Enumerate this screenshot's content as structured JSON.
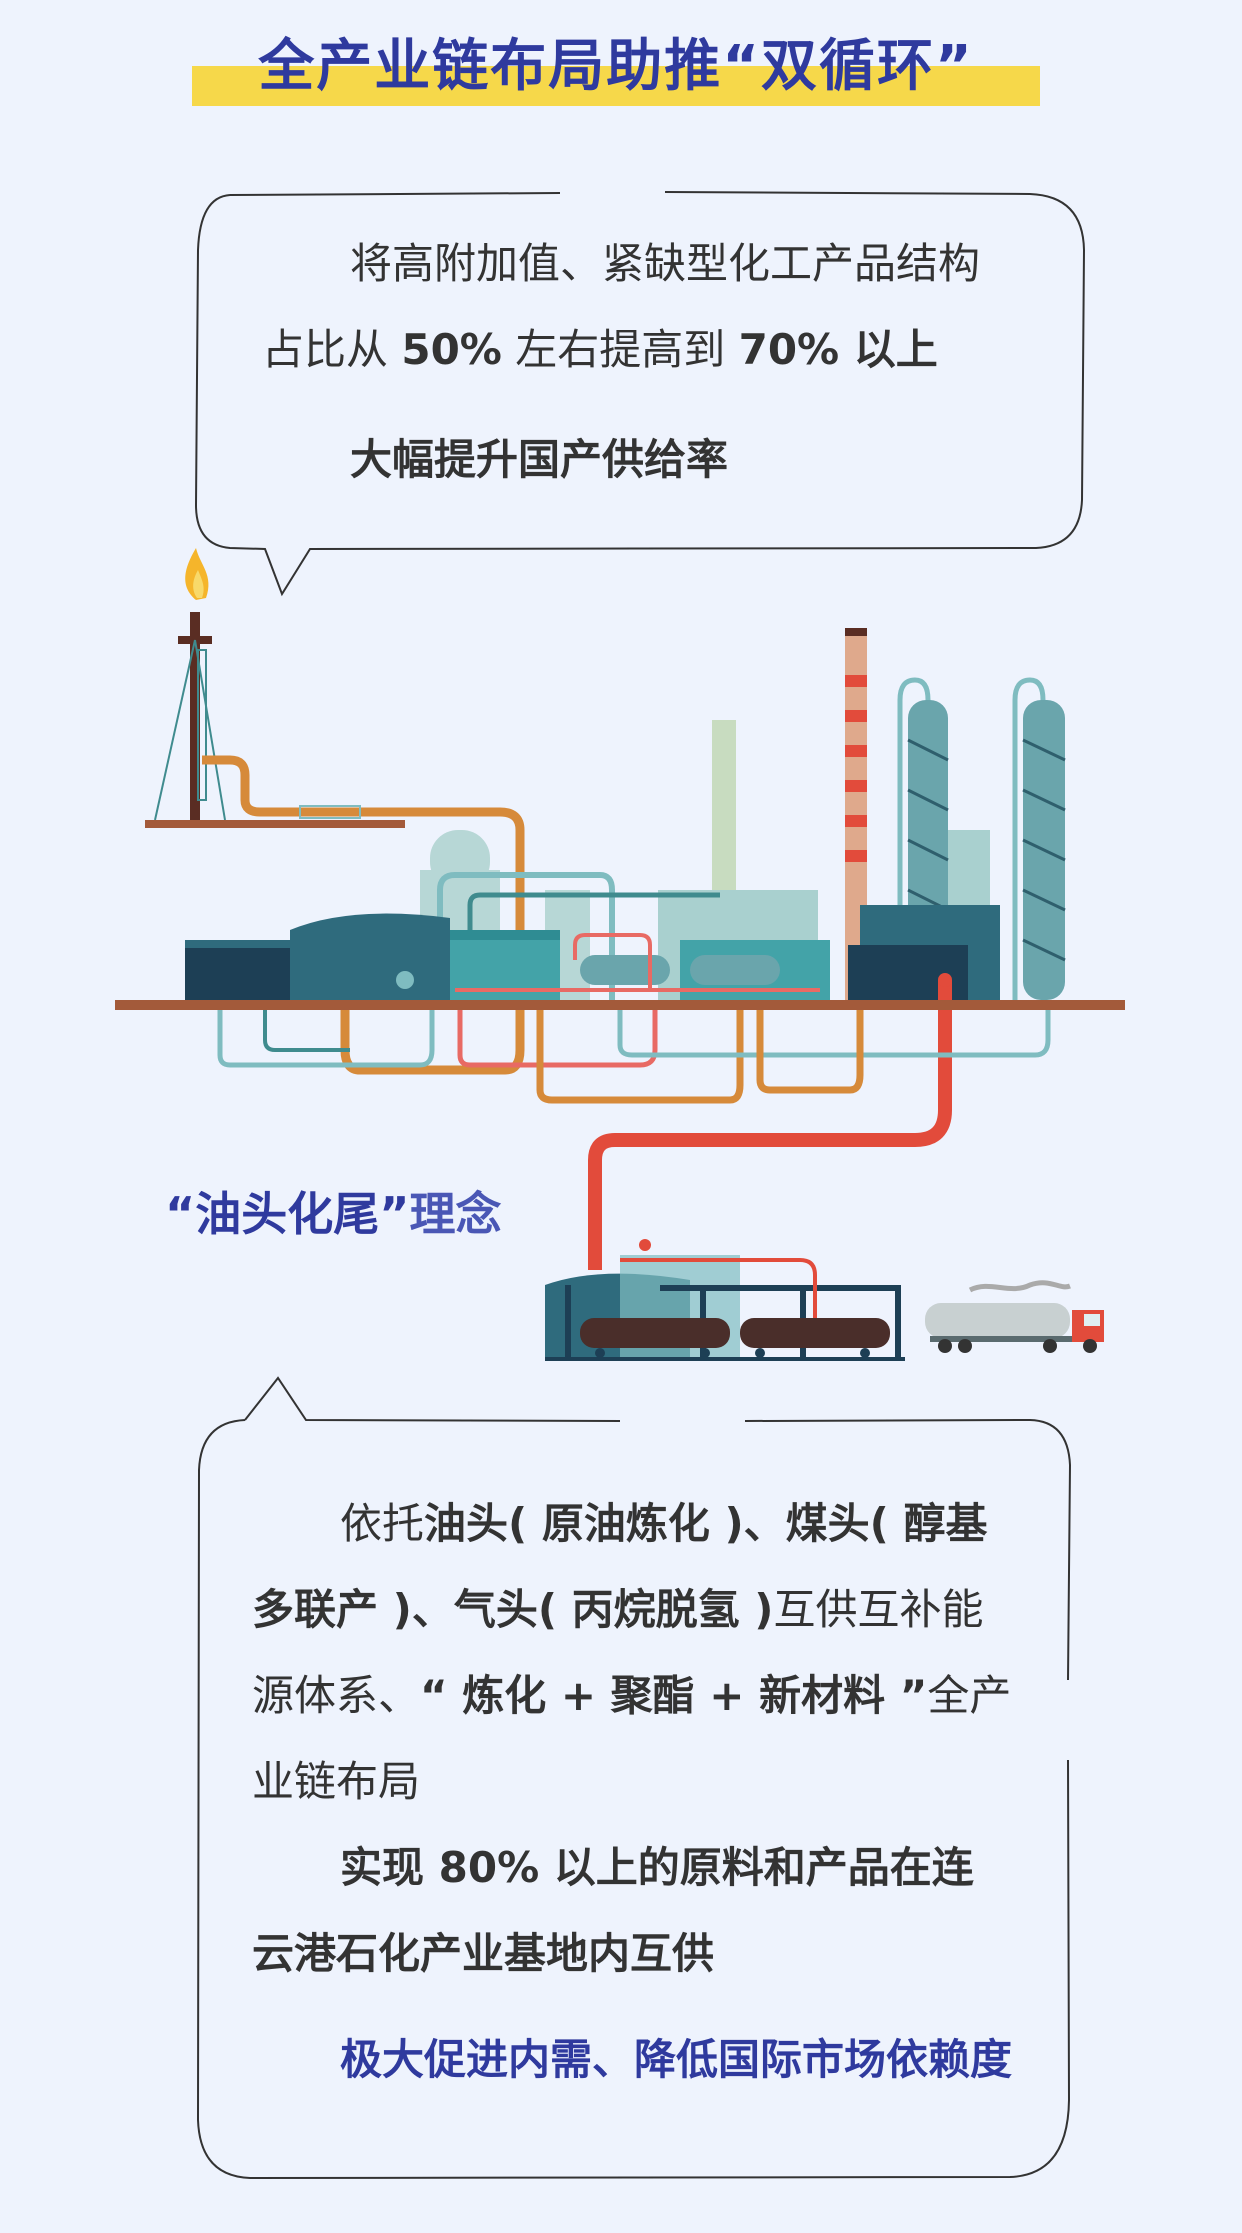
{
  "title": "全产业链布局助推“双循环”",
  "top_box": {
    "line1": "将高附加值、紧缺型化工产品结构",
    "line2_a": "占比从 ",
    "line2_b": "50%",
    "line2_c": " 左右提高到 ",
    "line2_d": "70% 以上",
    "line3": "大幅提升国产供给率"
  },
  "concept": {
    "quoted": "“油头化尾”",
    "tail": "理念"
  },
  "bottom_box": {
    "p1_l1_a": "依托",
    "p1_l1_b": "油头( 原油炼化 )、煤头( 醇基",
    "p1_l2_a": "多联产 )、气头( 丙烷脱氢 )",
    "p1_l2_b": "互供互补能",
    "p1_l3_a": "源体系、",
    "p1_l3_b": "“ 炼化 + 聚酯 + 新材料 ”",
    "p1_l3_c": "全产",
    "p1_l4": "业链布局",
    "p2_l1": "实现 80% 以上的原料和产品在连",
    "p2_l2": "云港石化产业基地内互供",
    "p3": "极大促进内需、降低国际市场依赖度"
  },
  "colors": {
    "background": "#eef3fd",
    "title_bar": "#f6d84a",
    "title_text": "#2f3a9e",
    "pipe_orange": "#d68a3a",
    "pipe_red": "#e24b3b",
    "pipe_teal": "#7fbcc0",
    "tank_dark": "#1d4a5e",
    "ground": "#a35a3a"
  },
  "icons": [
    "flare-stack-icon",
    "refinery-illustration",
    "chimney-icon",
    "distillation-tower-icon",
    "tank-car-train-icon",
    "tanker-truck-icon"
  ]
}
